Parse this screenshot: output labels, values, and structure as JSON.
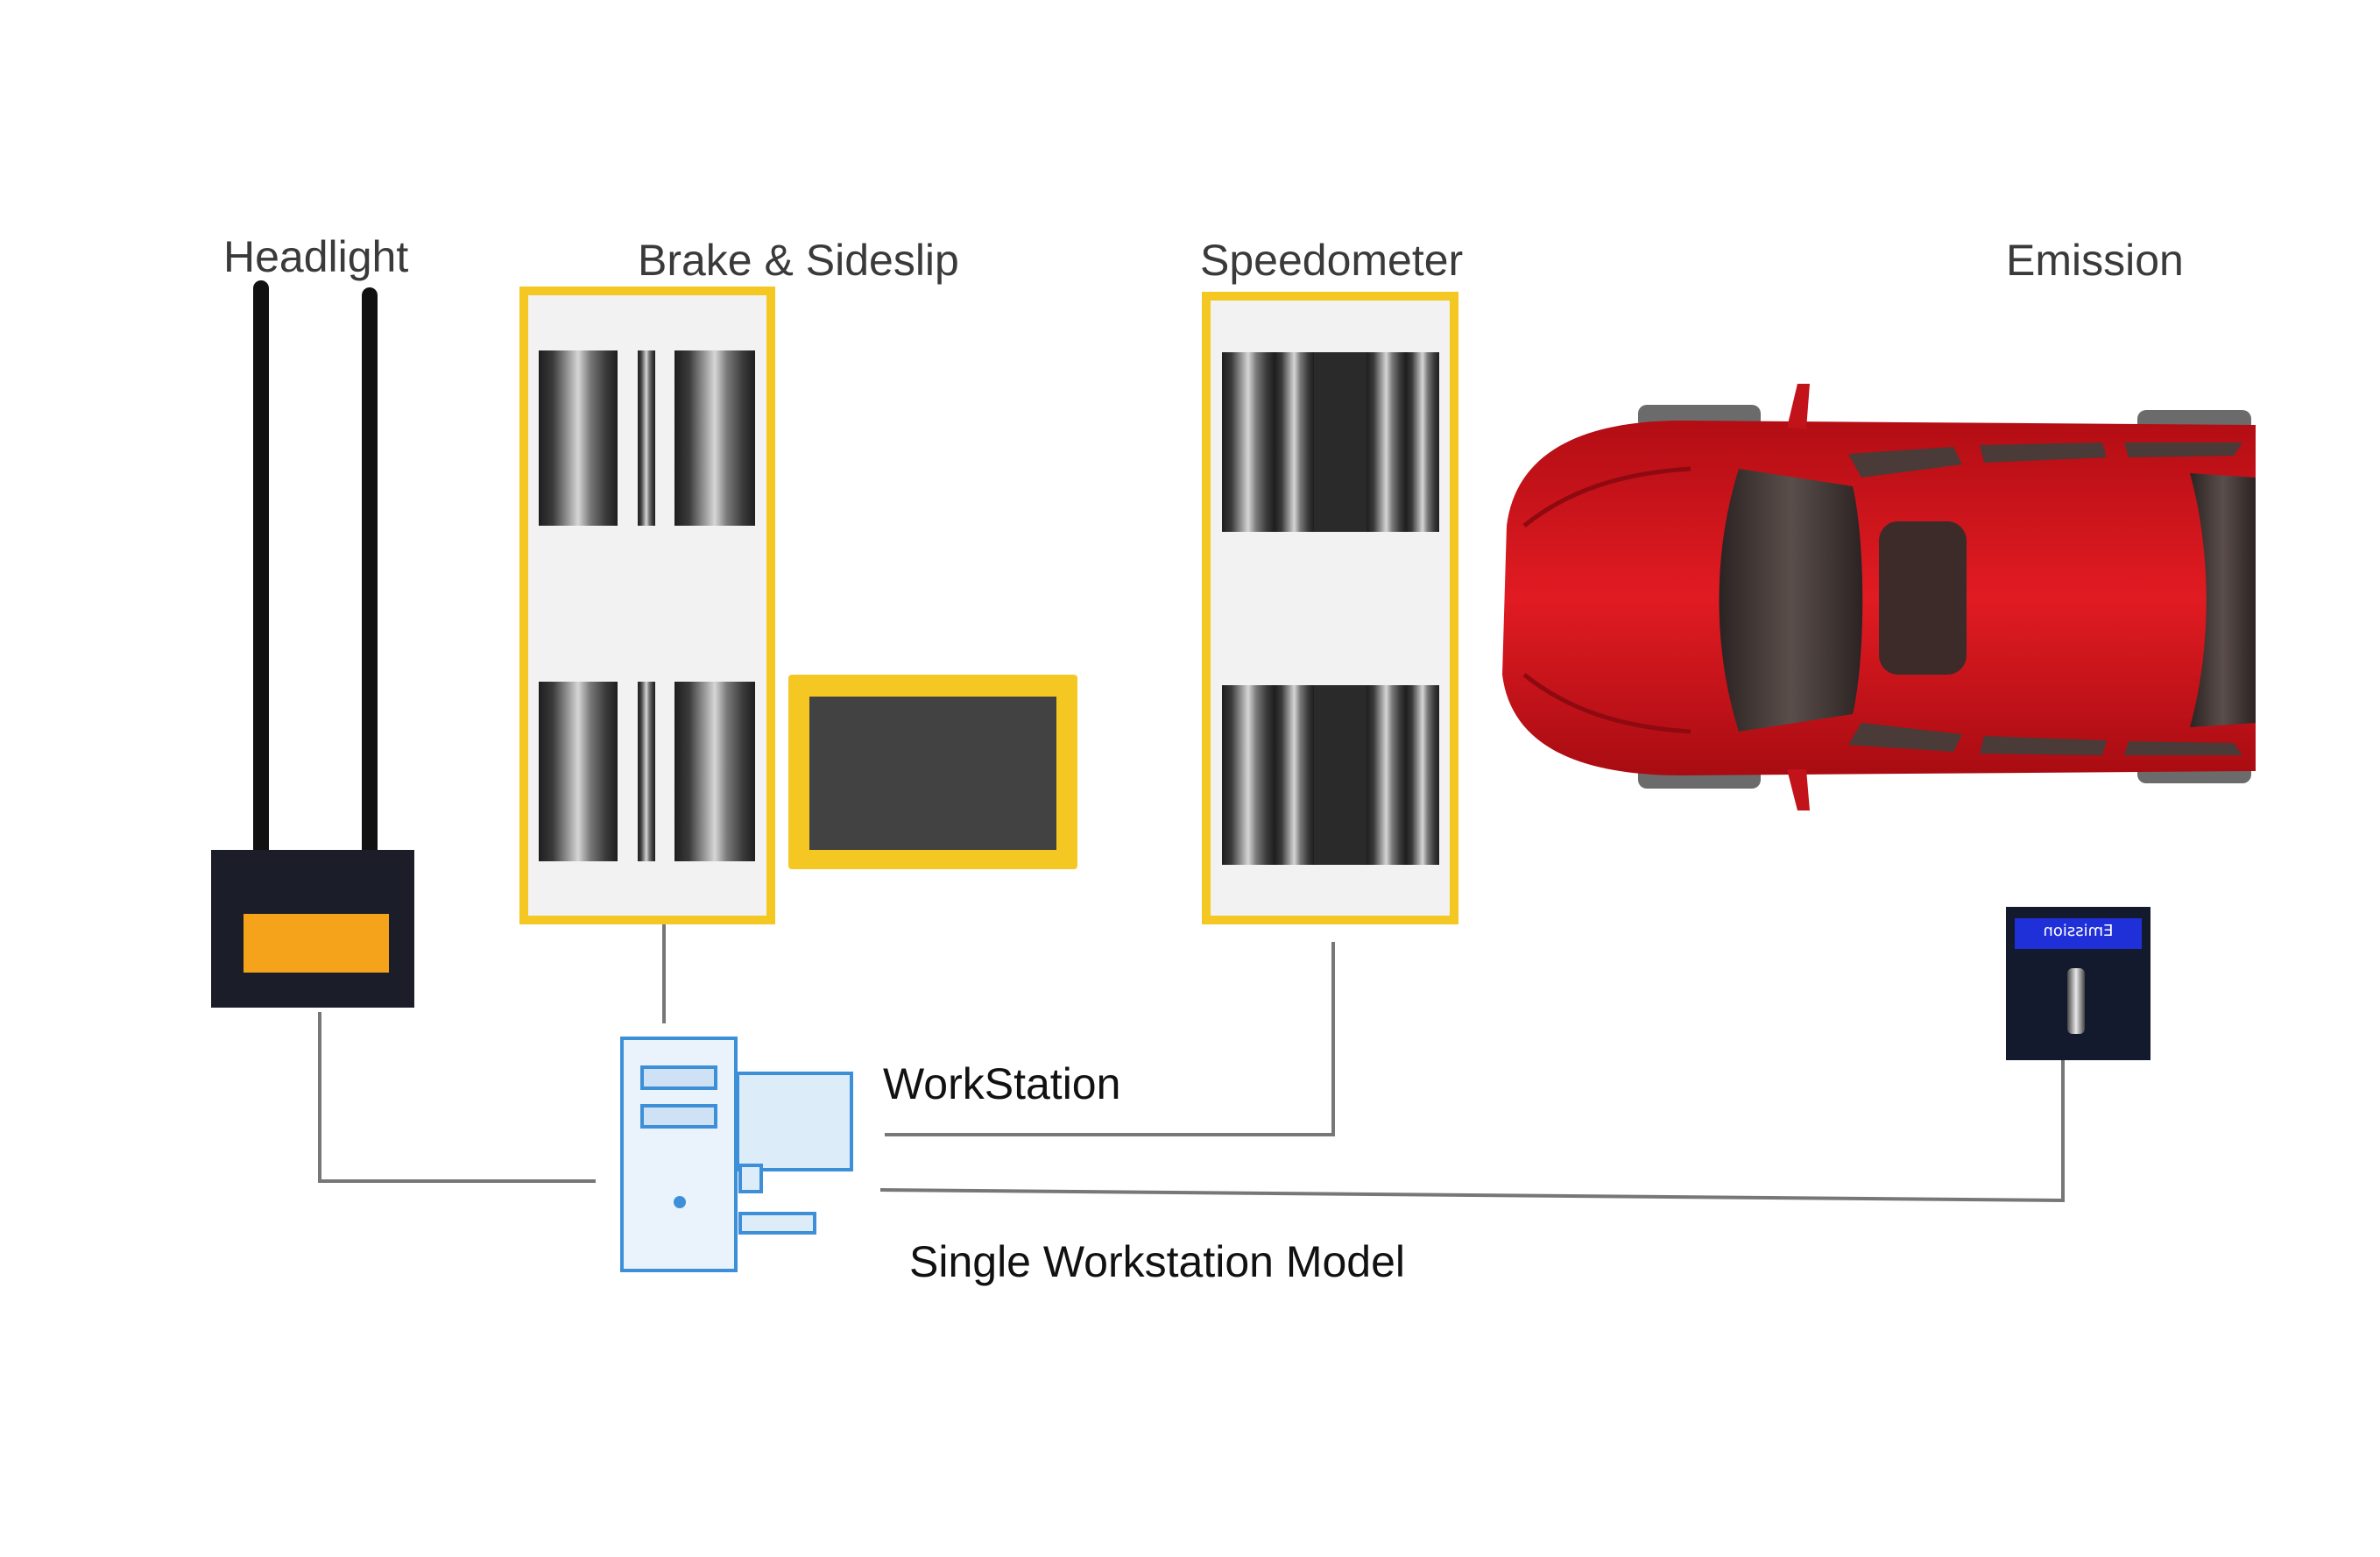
{
  "stations": {
    "headlight": "Headlight",
    "brake": "Brake & Sideslip",
    "speedometer": "Speedometer",
    "emission": "Emission"
  },
  "workstation": {
    "label": "WorkStation",
    "model": "Single Workstation Model"
  },
  "emission_device": {
    "screen_text": "Emission"
  },
  "colors": {
    "frame_yellow": "#f4c722",
    "roller_dark": "#2e2e2e",
    "car_red": "#d8141c",
    "computer_blue": "#3d8fd8",
    "device_navy": "#141a2e",
    "headlight_orange": "#f6a31c",
    "connector_gray": "#777777"
  }
}
